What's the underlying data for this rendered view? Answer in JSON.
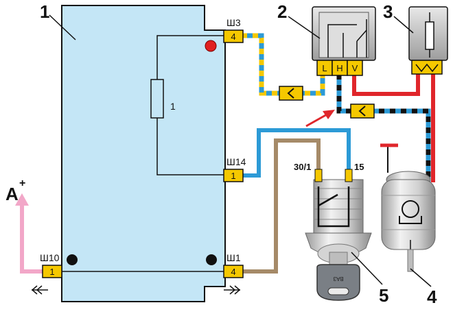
{
  "labels": {
    "unit1": "1",
    "unit2": "2",
    "unit3": "3",
    "unit4": "4",
    "unit5": "5",
    "fuse": "1",
    "power": "A",
    "power_sup": "+"
  },
  "connectors": {
    "sh3": "Ш3",
    "sh14": "Ш14",
    "sh10": "Ш10",
    "sh1": "Ш1"
  },
  "pins": {
    "sh3": "4",
    "sh14": "1",
    "sh10": "1",
    "sh1": "4"
  },
  "relay_pins": [
    "L",
    "H",
    "V"
  ],
  "terminals": {
    "left": "30/1",
    "right": "15"
  },
  "key_text": "ВАЗ",
  "colors": {
    "unit_fill": "#c4e6f6",
    "pin_fill": "#f5c800",
    "wire_blue": "#2c9ad6",
    "wire_yellow": "#f5c800",
    "wire_red": "#e0262b",
    "wire_brown": "#a58a68",
    "wire_black": "#111111",
    "wire_pink": "#f2a7c8",
    "indicator": "#e02020"
  }
}
